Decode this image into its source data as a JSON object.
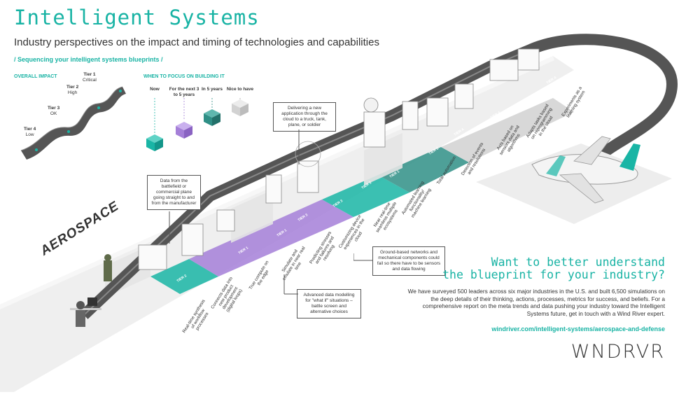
{
  "header": {
    "title": "Intelligent Systems",
    "subtitle": "Industry perspectives on the impact and timing of technologies and capabilities",
    "breadcrumb": "/ Sequencing your intelligent systems blueprints /"
  },
  "impact": {
    "heading": "OVERALL IMPACT",
    "tiers": [
      {
        "name": "Tier 1",
        "level": "Critical"
      },
      {
        "name": "Tier 2",
        "level": "High"
      },
      {
        "name": "Tier 3",
        "level": "OK"
      },
      {
        "name": "Tier 4",
        "level": "Low"
      }
    ]
  },
  "when": {
    "heading": "WHEN TO FOCUS ON BUILDING IT",
    "items": [
      {
        "label": "Now",
        "color": "#19b5a5"
      },
      {
        "label": "For the next 3 to 5 years",
        "color": "#a57fd8"
      },
      {
        "label": "In 5 years",
        "color": "#2f8f86"
      },
      {
        "label": "Nice to have",
        "color": "#cfcfcf"
      }
    ]
  },
  "industry": "AEROSPACE",
  "callouts": {
    "cloud": "Delivering a new application through the cloud to a truck, tank, plane, or soldier",
    "battlefield": "Data from the battlefield or commercial plane going straight to and from the manufacturer",
    "ground": "Ground-based networks and mechanical components could fail so there have to be sensors and data flowing",
    "modelling": "Advanced data modelling for \"what if\" situations – battle screen and alternative choices"
  },
  "steps": [
    "Real-time synthesis of workflow processes",
    "Connects data into new product development (digital loops)",
    "True compute on the edge",
    "Simulate and emulate in near real time",
    "Predicting stresses and failures and resolving",
    "Customizing device experiences in the cloud",
    "Near real-time seamless multiple ecosystems",
    "Automated learning functionality/ machine learning",
    "Total automation",
    "Detection of events and resolutions",
    "Acts based on sensors data and algorithms",
    "Adapts tasks based on reprogramming in the cloud",
    "Experiments as a learning system"
  ],
  "tier_badges": [
    "TIER 2",
    "TIER 1",
    "TIER 1",
    "TIER 3",
    "TIER 3",
    "TIER 3",
    "TIER 1",
    "TIER 2",
    "TIER 4",
    "TIER 4",
    "TIER 4",
    "TIER 4"
  ],
  "cta": {
    "heading_line1": "Want to better understand",
    "heading_line2": "the blueprint for your industry?",
    "body": "We have surveyed 500 leaders across six major industries in the U.S. and built 6,500 simulations on the deep details of their thinking, actions, processes, metrics for success, and beliefs. For a comprehensive report on the meta trends and data pushing your industry toward the Intelligent Systems future, get in touch with a Wind River expert.",
    "url": "windriver.com/intelligent-systems/aerospace-and-defense",
    "logo": "WNDRVR"
  }
}
